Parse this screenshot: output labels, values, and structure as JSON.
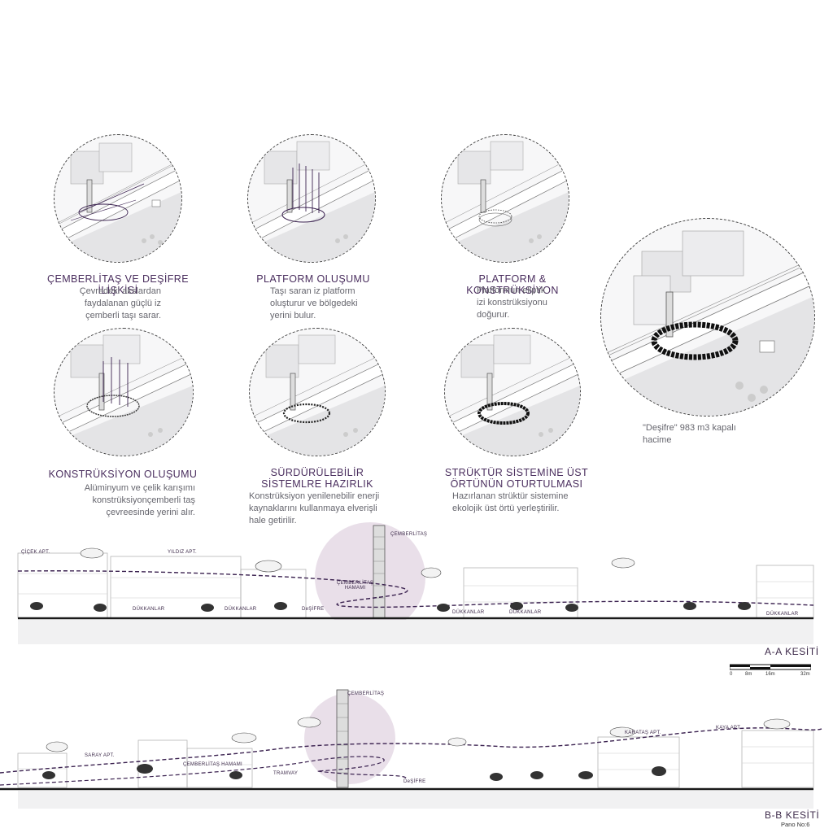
{
  "steps": [
    {
      "title": "ÇEMBERLİTAŞ VE DEŞİFRE İLİŞKİSİ",
      "desc": [
        "Çevredeki akslardan",
        "faydalanan güçlü iz",
        "çemberli taşı sarar."
      ]
    },
    {
      "title": "PLATFORM OLUŞUMU",
      "desc": [
        "Taşı saran iz platform",
        "oluşturur ve bölgedeki",
        "yerini bulur."
      ]
    },
    {
      "title": "PLATFORM & KONSTRÜKSİYON",
      "desc": [
        "Platformun eliptik",
        "izi konstrüksiyonu",
        "doğurur."
      ]
    },
    {
      "title": "KONSTRÜKSİYON OLUŞUMU",
      "desc": [
        "Alüminyum ve çelik karışımı",
        "konstrüksiyonçemberli taş",
        "çevreesinde yerini alır."
      ]
    },
    {
      "title": "SÜRDÜRÜLEBİLİR SİSTEMLRE HAZIRLIK",
      "title_lines": [
        "SÜRDÜRÜLEBİLİR",
        "SİSTEMLRE HAZIRLIK"
      ],
      "desc": [
        "Konstrüksiyon yenilenebilir enerji",
        "kaynaklarını kullanmaya elverişli",
        "hale getirilir."
      ]
    },
    {
      "title": "STRÜKTÜR SİSTEMİNE ÜST ÖRTÜNÜN OTURTULMASI",
      "title_lines": [
        "STRÜKTÜR SİSTEMİNE ÜST",
        "ÖRTÜNÜN OTURTULMASI"
      ],
      "desc": [
        "Hazırlanan strüktür sistemine",
        "ekolojik üst örtü yerleştirilir."
      ]
    }
  ],
  "final": {
    "desc": [
      "\"Deşifre\" 983 m3 kapalı",
      "hacime"
    ]
  },
  "section_aa": {
    "title": "A-A KESİTİ",
    "labels": {
      "cicek": "ÇİÇEK APT.",
      "yildiz": "YILDIZ APT.",
      "cemberlitas": "ÇEMBERLİTAŞ",
      "hamam1": "ÇEMBERLİTAŞ",
      "hamam2": "HAMAMI",
      "dukkan1": "DÜKKANLAR",
      "dukkan2": "DÜKKANLAR",
      "desifre": "DeŞİFRE",
      "dukkan3": "DÜKKANLAR",
      "dukkan4": "DÜKKANLAR",
      "dukkan5": "DÜKKANLAR"
    }
  },
  "scale": {
    "ticks": [
      "0",
      "8m",
      "16m",
      "32m"
    ]
  },
  "section_bb": {
    "title": "B-B KESİTİ",
    "labels": {
      "cemberlitas": "ÇEMBERLİTAŞ",
      "saray": "SARAY APT.",
      "hamam": "ÇEMBERLİTAŞ HAMAMI",
      "tramvay": "TRAMVAY",
      "desifre": "DeŞİFRE",
      "karatas": "KARATAŞ APT.",
      "kaya": "KAYA APT."
    }
  },
  "pano": "Pano No:6",
  "colors": {
    "accent": "#4a2e5e",
    "dash": "#3b2250",
    "pink": "#e9dfe9",
    "ground": "#1a1a1a"
  }
}
